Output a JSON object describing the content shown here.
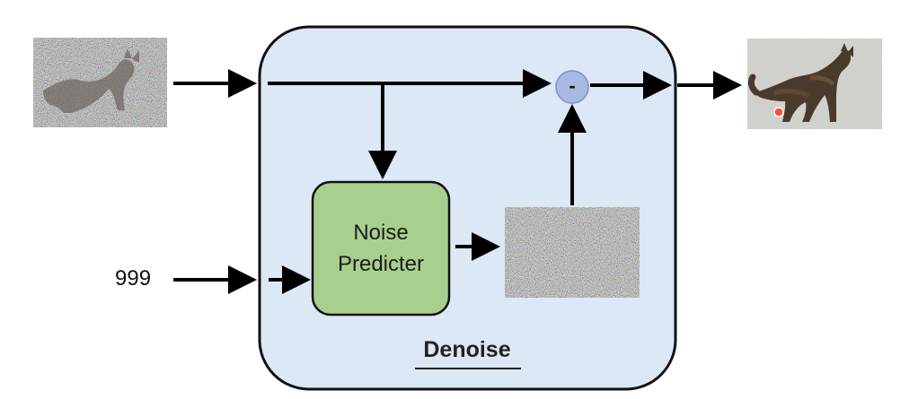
{
  "diagram": {
    "block_title": "Denoise",
    "predictor_line1": "Noise",
    "predictor_line2": "Predicter",
    "step_value": "999",
    "subtract_symbol": "-"
  },
  "colors": {
    "block_fill": "#dce8f5",
    "block_border": "#111111",
    "predictor_fill": "#a9cf8f",
    "predictor_border": "#111111",
    "subtract_fill": "#a9b9e6",
    "arrow": "#000000"
  },
  "images": {
    "input_image": "noisy-cat-icon",
    "noise_image": "noise-icon",
    "output_image": "denoised-cat-icon"
  }
}
